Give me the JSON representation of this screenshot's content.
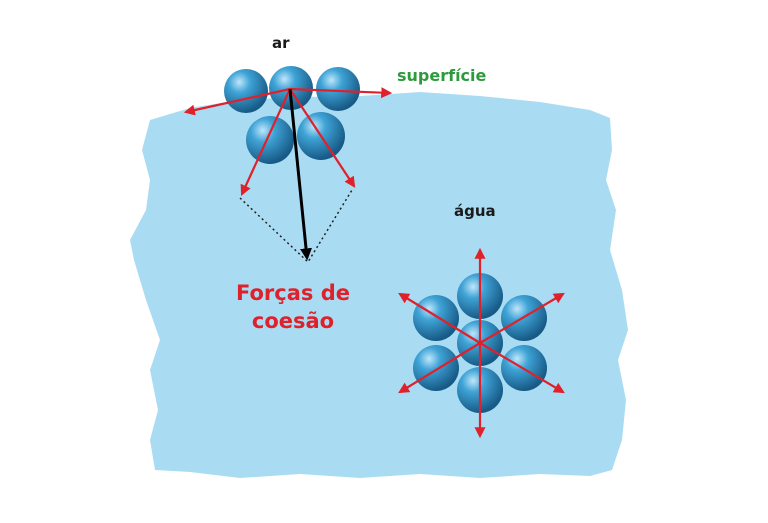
{
  "labels": {
    "air": "ar",
    "surface": "superfície",
    "water": "água",
    "cohesion_line1": "Forças de",
    "cohesion_line2": "coesão"
  },
  "colors": {
    "water": "#a9dcf2",
    "molecule": "#2f93c9",
    "molecule_dark": "#1b5f8e",
    "force_arrow": "#e0202a",
    "resultant_arrow": "#000000",
    "surface_label": "#2e9a3e"
  }
}
